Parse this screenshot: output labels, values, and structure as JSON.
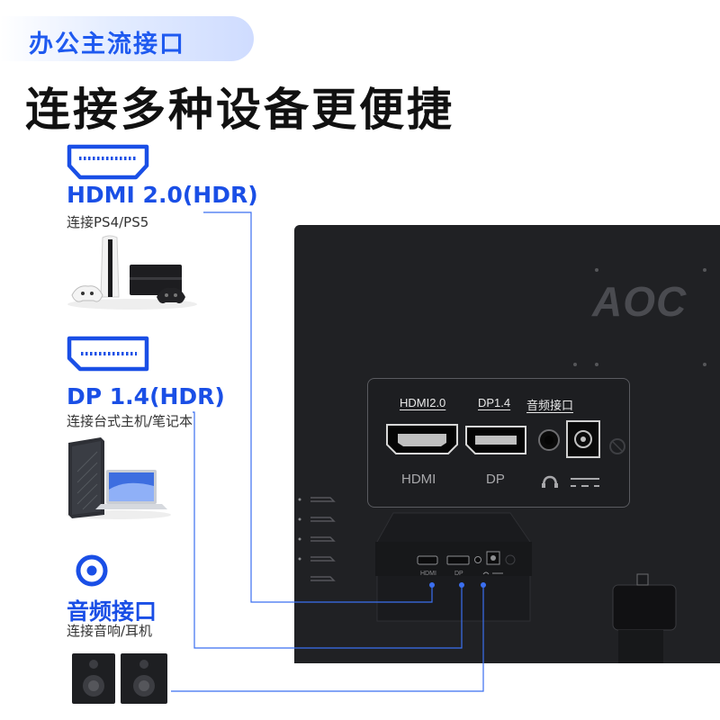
{
  "header": {
    "tag": "办公主流接口",
    "headline": "连接多种设备更便捷"
  },
  "ports": [
    {
      "title": "HDMI 2.0(HDR)",
      "subtitle": "连接PS4/PS5",
      "icon": "hdmi-icon"
    },
    {
      "title": "DP 1.4(HDR)",
      "subtitle": "连接台式主机/笔记本",
      "icon": "displayport-icon"
    },
    {
      "title": "音频接口",
      "subtitle": "连接音响/耳机",
      "icon": "audio-jack-icon"
    }
  ],
  "monitor": {
    "brand": "AOC",
    "panel_top_labels": [
      "HDMI2.0",
      "DP1.4",
      "音频接口"
    ],
    "panel_bottom_labels": [
      "HDMI",
      "DP"
    ],
    "small_port_labels": [
      "HDMI",
      "DP"
    ]
  },
  "colors": {
    "accent": "#1a4fe6",
    "headline": "#111111",
    "monitor_body": "#202124",
    "connector_line": "#3b6ff0"
  }
}
